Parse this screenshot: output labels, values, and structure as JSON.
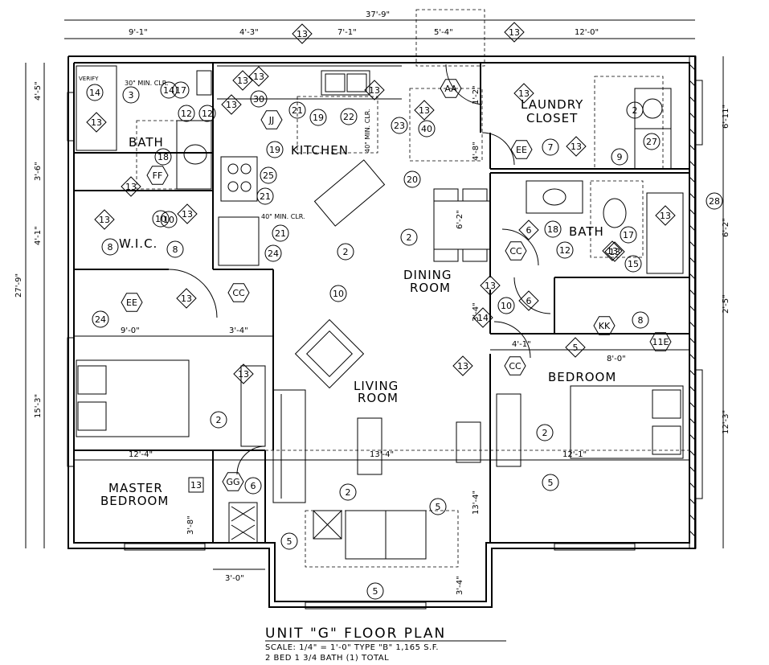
{
  "title": "UNIT \"G\" FLOOR PLAN",
  "scale_line": "SCALE: 1/4\" = 1'-0\"   TYPE \"B\"   1,165 S.F.",
  "unit_line": "2 BED 1 3/4 BATH (1) TOTAL",
  "rooms": {
    "bath_left": "BATH",
    "kitchen": "KITCHEN",
    "laundry_1": "LAUNDRY",
    "laundry_2": "CLOSET",
    "wic": "W.I.C.",
    "dining_1": "DINING",
    "dining_2": "ROOM",
    "bath_right": "BATH",
    "living_1": "LIVING",
    "living_2": "ROOM",
    "bedroom": "BEDROOM",
    "master_1": "MASTER",
    "master_2": "BEDROOM"
  },
  "dimensions": {
    "overall_width": "37'-9\"",
    "overall_depth": "27'-9\"",
    "top": [
      "9'-1\"",
      "4'-3\"",
      "7'-1\"",
      "5'-4\"",
      "12'-0\""
    ],
    "left": [
      "4'-5\"",
      "3'-6\"",
      "4'-1\"",
      "15'-3\""
    ],
    "right": [
      "6'-11\"",
      "6'-2\"",
      "2'-5\"",
      "12'-3\""
    ],
    "interior": [
      "9'-0\"",
      "3'-4\"",
      "4'-1\"",
      "8'-0\"",
      "12'-4\"",
      "13'-4\"",
      "12'-1\"",
      "3'-8\"",
      "3'-0\"",
      "3'-4\"",
      "13'-4\"",
      "3'-4\"",
      "4'-8\"",
      "1'-2\"",
      "6'-2\""
    ]
  },
  "notes": {
    "clr_30": "30\" MIN. CLR.",
    "clr_40a": "40\" MIN. CLR.",
    "clr_40b": "40\" MIN. CLR.",
    "verify": "VERIFY"
  },
  "circle_tags": [
    "14",
    "17",
    "12",
    "18",
    "10",
    "8",
    "8",
    "19",
    "21",
    "25",
    "21",
    "21",
    "24",
    "30",
    "19",
    "22",
    "23",
    "40",
    "20",
    "2",
    "2",
    "10",
    "24",
    "2",
    "2",
    "5",
    "5",
    "5",
    "2",
    "10",
    "7",
    "9",
    "27",
    "17",
    "2",
    "8",
    "18",
    "14",
    "12",
    "15",
    "28",
    "5",
    "6",
    "3",
    "12",
    "10"
  ],
  "diamond_tags": [
    "13",
    "13",
    "13",
    "13",
    "13",
    "13",
    "13",
    "13",
    "13",
    "13",
    "13",
    "13",
    "13",
    "13",
    "6",
    "6",
    "13",
    "5",
    "13",
    "14",
    "13",
    "13",
    "13",
    "13"
  ],
  "hex_tags": [
    "FF",
    "EE",
    "CC",
    "EE",
    "CC",
    "CC",
    "KK",
    "11E",
    "AA",
    "JJ",
    "GG"
  ],
  "square_tags": [
    "13"
  ]
}
